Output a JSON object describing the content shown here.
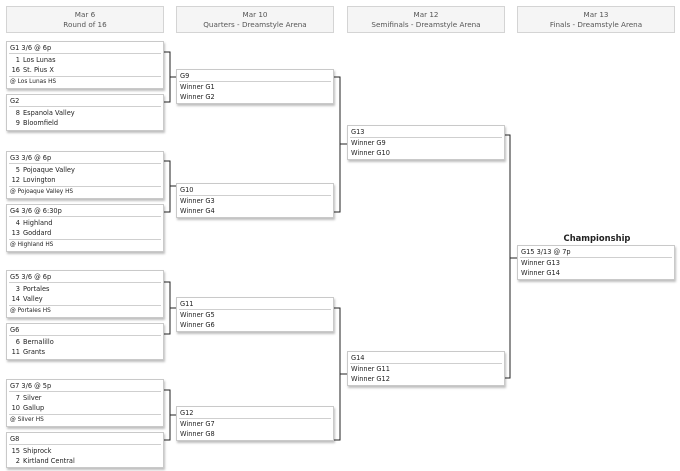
{
  "rounds": [
    {
      "date": "Mar 6",
      "name": "Round of 16"
    },
    {
      "date": "Mar 10",
      "name": "Quarters - Dreamstyle Arena"
    },
    {
      "date": "Mar 12",
      "name": "Semifinals - Dreamstyle Arena"
    },
    {
      "date": "Mar 13",
      "name": "Finals - Dreamstyle Arena"
    }
  ],
  "games": {
    "g1": {
      "title": "G1 3/6 @ 6p",
      "teams": [
        {
          "seed": "1",
          "name": "Los Lunas"
        },
        {
          "seed": "16",
          "name": "St. Pius X"
        }
      ],
      "venue": "@ Los Lunas HS"
    },
    "g2": {
      "title": "G2",
      "teams": [
        {
          "seed": "8",
          "name": "Espanola Valley"
        },
        {
          "seed": "9",
          "name": "Bloomfield"
        }
      ]
    },
    "g3": {
      "title": "G3 3/6 @ 6p",
      "teams": [
        {
          "seed": "5",
          "name": "Pojoaque Valley"
        },
        {
          "seed": "12",
          "name": "Lovington"
        }
      ],
      "venue": "@ Pojoaque Valley HS"
    },
    "g4": {
      "title": "G4 3/6 @ 6:30p",
      "teams": [
        {
          "seed": "4",
          "name": "Highland"
        },
        {
          "seed": "13",
          "name": "Goddard"
        }
      ],
      "venue": "@ Highland HS"
    },
    "g5": {
      "title": "G5 3/6 @ 6p",
      "teams": [
        {
          "seed": "3",
          "name": "Portales"
        },
        {
          "seed": "14",
          "name": "Valley"
        }
      ],
      "venue": "@ Portales HS"
    },
    "g6": {
      "title": "G6",
      "teams": [
        {
          "seed": "6",
          "name": "Bernalillo"
        },
        {
          "seed": "11",
          "name": "Grants"
        }
      ]
    },
    "g7": {
      "title": "G7 3/6 @ 5p",
      "teams": [
        {
          "seed": "7",
          "name": "Silver"
        },
        {
          "seed": "10",
          "name": "Gallup"
        }
      ],
      "venue": "@ Silver HS"
    },
    "g8": {
      "title": "G8",
      "teams": [
        {
          "seed": "15",
          "name": "Shiprock"
        },
        {
          "seed": "2",
          "name": "Kirtland Central"
        }
      ]
    },
    "g9": {
      "title": "G9",
      "teams": [
        "Winner G1",
        "Winner G2"
      ]
    },
    "g10": {
      "title": "G10",
      "teams": [
        "Winner G3",
        "Winner G4"
      ]
    },
    "g11": {
      "title": "G11",
      "teams": [
        "Winner G5",
        "Winner G6"
      ]
    },
    "g12": {
      "title": "G12",
      "teams": [
        "Winner G7",
        "Winner G8"
      ]
    },
    "g13": {
      "title": "G13",
      "teams": [
        "Winner G9",
        "Winner G10"
      ]
    },
    "g14": {
      "title": "G14",
      "teams": [
        "Winner G11",
        "Winner G12"
      ]
    },
    "g15": {
      "title": "G15 3/13 @ 7p",
      "teams": [
        "Winner G13",
        "Winner G14"
      ]
    }
  },
  "championship_label": "Championship"
}
